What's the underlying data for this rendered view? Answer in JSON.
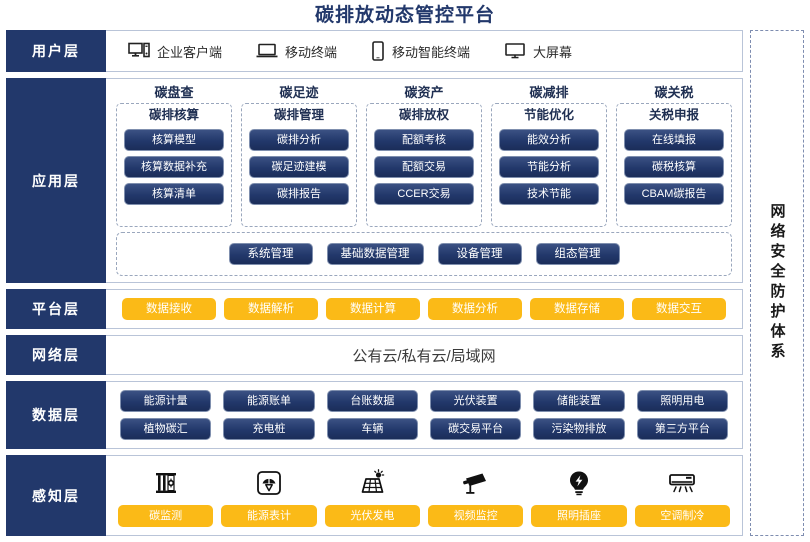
{
  "title": "碳排放动态管控平台",
  "security_sidebar": {
    "label": "网络安全防护体系"
  },
  "layers": {
    "user": {
      "label": "用户层",
      "items": [
        {
          "icon": "desktop-tower-icon",
          "label": "企业客户端"
        },
        {
          "icon": "laptop-icon",
          "label": "移动终端"
        },
        {
          "icon": "smartphone-icon",
          "label": "移动智能终端"
        },
        {
          "icon": "large-screen-icon",
          "label": "大屏幕"
        }
      ]
    },
    "application": {
      "label": "应用层",
      "columns": [
        {
          "title": "碳盘查",
          "subtitle": "碳排核算",
          "items": [
            "核算模型",
            "核算数据补充",
            "核算清单"
          ]
        },
        {
          "title": "碳足迹",
          "subtitle": "碳排管理",
          "items": [
            "碳排分析",
            "碳足迹建模",
            "碳排报告"
          ]
        },
        {
          "title": "碳资产",
          "subtitle": "碳排放权",
          "items": [
            "配额考核",
            "配额交易",
            "CCER交易"
          ]
        },
        {
          "title": "碳减排",
          "subtitle": "节能优化",
          "items": [
            "能效分析",
            "节能分析",
            "技术节能"
          ]
        },
        {
          "title": "碳关税",
          "subtitle": "关税申报",
          "items": [
            "在线填报",
            "碳税核算",
            "CBAM碳报告"
          ]
        }
      ],
      "management": [
        "系统管理",
        "基础数据管理",
        "设备管理",
        "组态管理"
      ]
    },
    "platform": {
      "label": "平台层",
      "items": [
        "数据接收",
        "数据解析",
        "数据计算",
        "数据分析",
        "数据存储",
        "数据交互"
      ]
    },
    "network": {
      "label": "网络层",
      "text": "公有云/私有云/局域网"
    },
    "data": {
      "label": "数据层",
      "items": [
        "能源计量",
        "能源账单",
        "台账数据",
        "光伏装置",
        "储能装置",
        "照明用电",
        "植物碳汇",
        "充电桩",
        "车辆",
        "碳交易平台",
        "污染物排放",
        "第三方平台"
      ]
    },
    "sense": {
      "label": "感知层",
      "items": [
        {
          "icon": "carbon-sensor-icon",
          "label": "碳监测"
        },
        {
          "icon": "energy-meter-icon",
          "label": "能源表计"
        },
        {
          "icon": "solar-panel-icon",
          "label": "光伏发电"
        },
        {
          "icon": "cctv-camera-icon",
          "label": "视频监控"
        },
        {
          "icon": "lightbulb-icon",
          "label": "照明插座"
        },
        {
          "icon": "air-conditioner-icon",
          "label": "空调制冷"
        }
      ]
    }
  },
  "colors": {
    "navy": "#22386B",
    "gold": "#FBBA17",
    "border": "#b9c4d8"
  }
}
